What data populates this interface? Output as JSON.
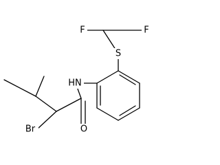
{
  "structure": {
    "atom_labels": {
      "fluorine_left": "F",
      "fluorine_right": "F",
      "sulfur": "S",
      "amide_nh": "HN",
      "bromine": "Br",
      "oxygen": "O"
    }
  }
}
